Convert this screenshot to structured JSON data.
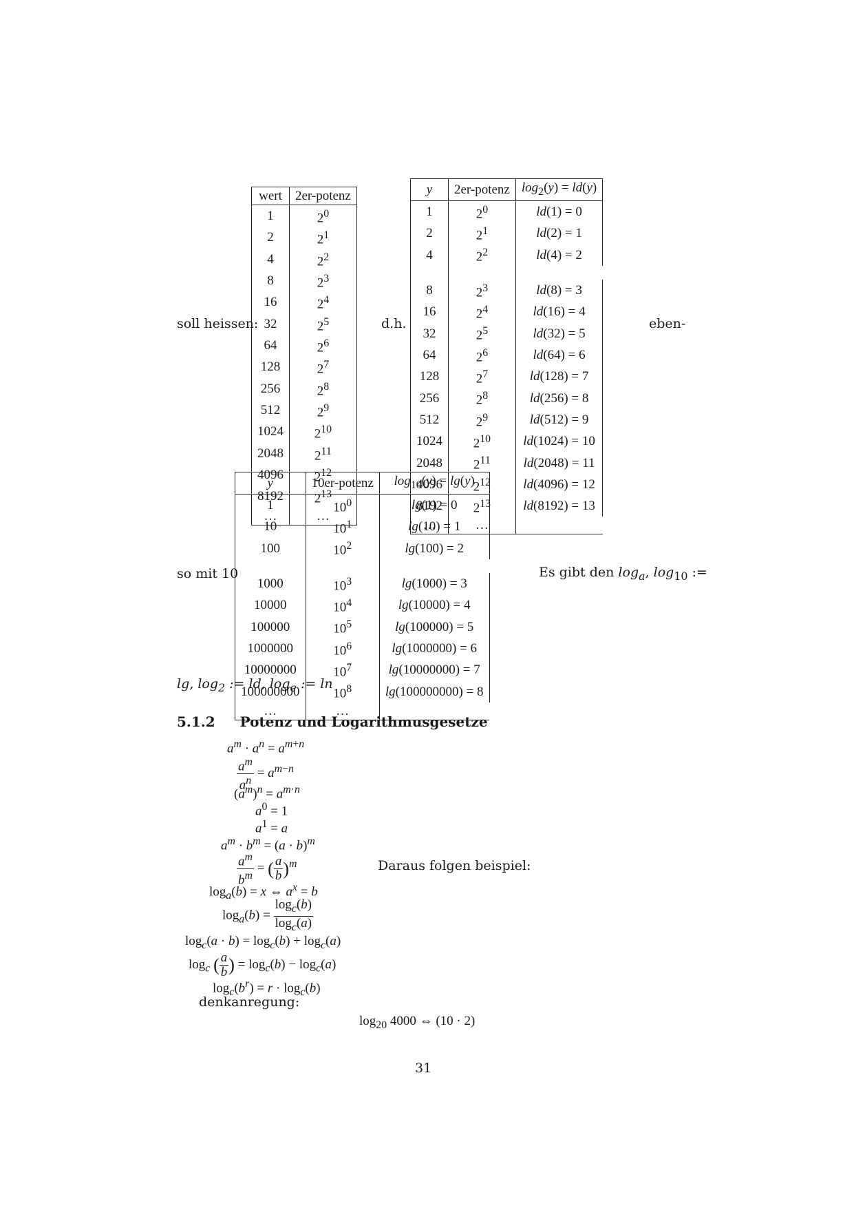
{
  "labels": {
    "soll_heissen": "soll heissen:",
    "dh": "d.h.",
    "eben": "eben-",
    "so_mit_10": "so mit 10",
    "es_gibt_den": "Es gibt den log_a, log_10 :=",
    "lg_log2_line": "lg, log_2 := ld, log_e := ln"
  },
  "table_wert": {
    "headers": [
      "wert",
      "2er-potenz"
    ],
    "rows": [
      [
        "1",
        "2^0"
      ],
      [
        "2",
        "2^1"
      ],
      [
        "4",
        "2^2"
      ],
      [
        "8",
        "2^3"
      ],
      [
        "16",
        "2^4"
      ],
      [
        "32",
        "2^5"
      ],
      [
        "64",
        "2^6"
      ],
      [
        "128",
        "2^7"
      ],
      [
        "256",
        "2^8"
      ],
      [
        "512",
        "2^9"
      ],
      [
        "1024",
        "2^10"
      ],
      [
        "2048",
        "2^11"
      ],
      [
        "4096",
        "2^12"
      ],
      [
        "8192",
        "2^13"
      ],
      [
        "...",
        "..."
      ]
    ]
  },
  "table_ld": {
    "headers": [
      "y",
      "2er-potenz",
      "log2(y) = ld(y)"
    ],
    "rows_a": [
      [
        "1",
        "2^0",
        "ld(1) = 0"
      ],
      [
        "2",
        "2^1",
        "ld(2) = 1"
      ],
      [
        "4",
        "2^2",
        "ld(4) = 2"
      ]
    ],
    "rows_b": [
      [
        "8",
        "2^3",
        "ld(8) = 3"
      ],
      [
        "16",
        "2^4",
        "ld(16) = 4"
      ],
      [
        "32",
        "2^5",
        "ld(32) = 5"
      ],
      [
        "64",
        "2^6",
        "ld(64) = 6"
      ],
      [
        "128",
        "2^7",
        "ld(128) = 7"
      ],
      [
        "256",
        "2^8",
        "ld(256) = 8"
      ],
      [
        "512",
        "2^9",
        "ld(512) = 9"
      ],
      [
        "1024",
        "2^10",
        "ld(1024) = 10"
      ],
      [
        "2048",
        "2^11",
        "ld(2048) = 11"
      ],
      [
        "4096",
        "2^12",
        "ld(4096) = 12"
      ],
      [
        "8192",
        "2^13",
        "ld(8192) = 13"
      ]
    ],
    "dots": [
      "...",
      "..."
    ]
  },
  "table_lg": {
    "headers": [
      "y",
      "10er-potenz",
      "log10(y) = lg(y)"
    ],
    "rows_a": [
      [
        "1",
        "10^0",
        "lg(1) = 0"
      ],
      [
        "10",
        "10^1",
        "lg(10) = 1"
      ],
      [
        "100",
        "10^2",
        "lg(100) = 2"
      ]
    ],
    "rows_b": [
      [
        "1000",
        "10^3",
        "lg(1000) = 3"
      ],
      [
        "10000",
        "10^4",
        "lg(10000) = 4"
      ],
      [
        "100000",
        "10^5",
        "lg(100000) = 5"
      ],
      [
        "1000000",
        "10^6",
        "lg(1000000) = 6"
      ],
      [
        "10000000",
        "10^7",
        "lg(10000000) = 7"
      ],
      [
        "100000000",
        "10^8",
        "lg(100000000) = 8"
      ]
    ],
    "dots": [
      "...",
      "..."
    ]
  },
  "section": {
    "number": "5.1.2",
    "title": "Potenz und Logarithmusgesetze"
  },
  "daraus": "Daraus folgen beispiel:",
  "denkanregung": "denkanregung:",
  "final_eq": "log20 4000 ⇔ (10 · 2)",
  "page_number": "31"
}
